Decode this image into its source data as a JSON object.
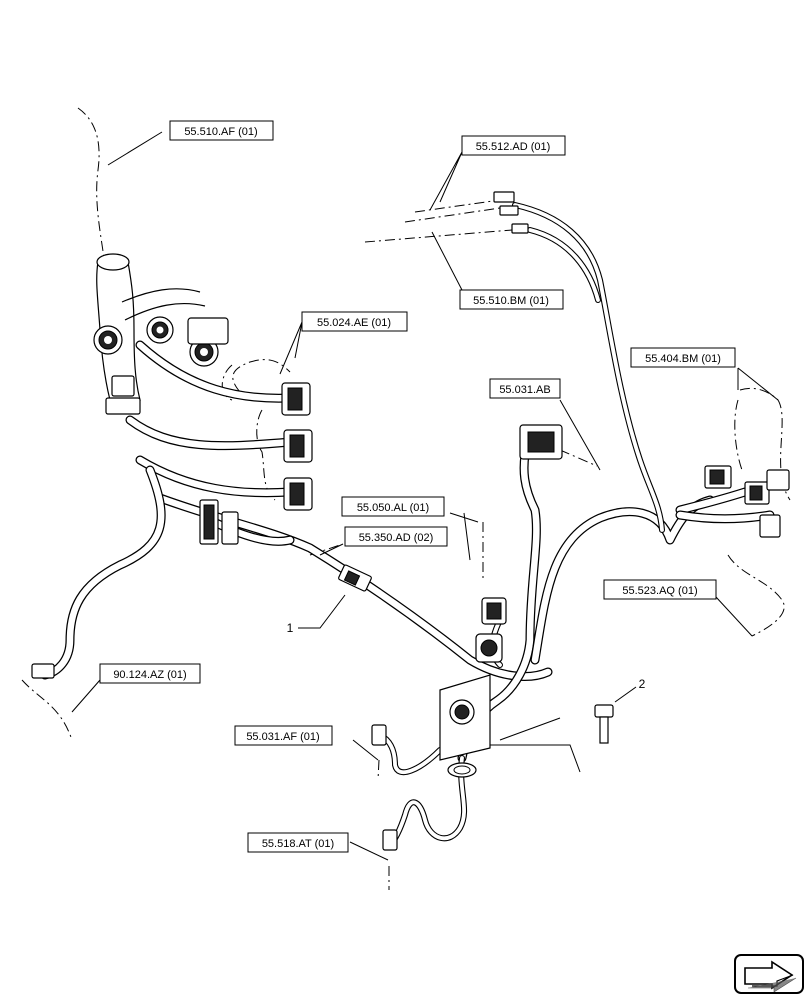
{
  "references": [
    {
      "id": "ref-55-510-af",
      "text": "55.510.AF (01)"
    },
    {
      "id": "ref-55-512-ad",
      "text": "55.512.AD (01)"
    },
    {
      "id": "ref-55-510-bm",
      "text": "55.510.BM (01)"
    },
    {
      "id": "ref-55-024-ae",
      "text": "55.024.AE (01)"
    },
    {
      "id": "ref-55-404-bm",
      "text": "55.404.BM (01)"
    },
    {
      "id": "ref-55-031-ab",
      "text": "55.031.AB"
    },
    {
      "id": "ref-55-050-al",
      "text": "55.050.AL (01)"
    },
    {
      "id": "ref-55-350-ad",
      "text": "55.350.AD (02)"
    },
    {
      "id": "ref-55-523-aq",
      "text": "55.523.AQ (01)"
    },
    {
      "id": "ref-90-124-az",
      "text": "90.124.AZ (01)"
    },
    {
      "id": "ref-55-031-af",
      "text": "55.031.AF (01)"
    },
    {
      "id": "ref-55-518-at",
      "text": "55.518.AT (01)"
    }
  ],
  "item_numbers": [
    {
      "id": "item-1",
      "text": "1"
    },
    {
      "id": "item-2",
      "text": "2"
    }
  ],
  "nav_icon": "next-page-arrow-icon"
}
